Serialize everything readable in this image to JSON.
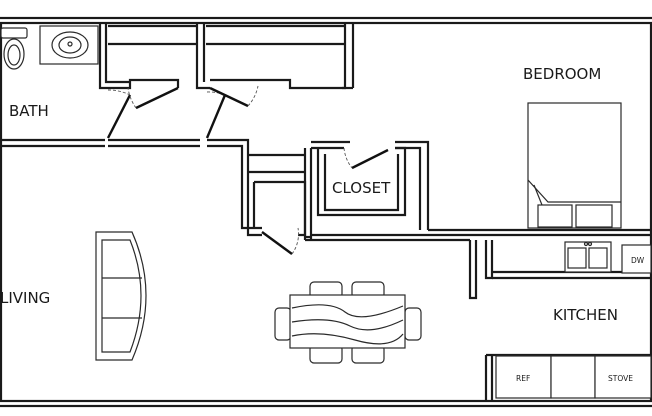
{
  "floorplan": {
    "rooms": {
      "bath": "BATH",
      "bedroom": "BEDROOM",
      "closet": "CLOSET",
      "living": "LIVING",
      "kitchen": "KITCHEN"
    },
    "appliances": {
      "refrigerator": "REF",
      "stove": "STOVE",
      "dishwasher": "DW"
    }
  }
}
